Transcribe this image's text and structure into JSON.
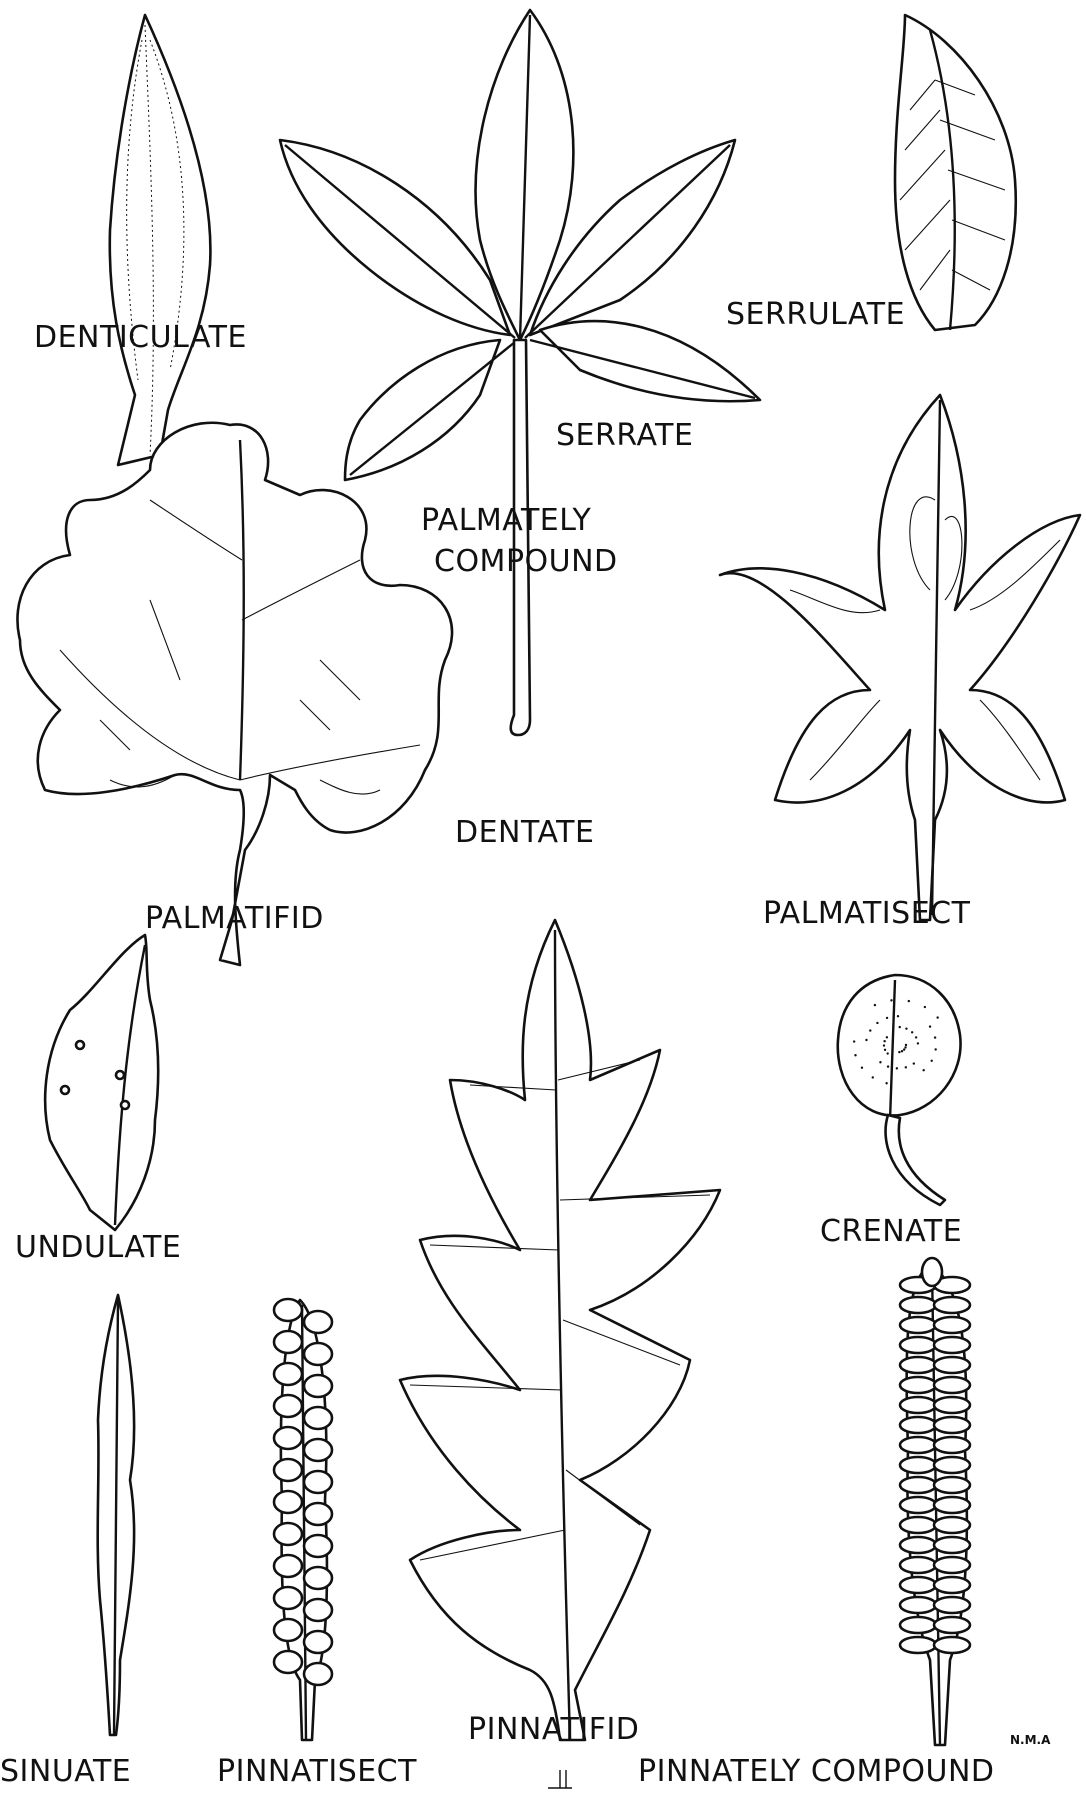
{
  "labels": {
    "denticulate": "DENTICULATE",
    "serrulate": "SERRULATE",
    "serrate": "SERRATE",
    "palmately_compound_line1": "PALMATELY",
    "palmately_compound_line2": "COMPOUND",
    "dentate": "DENTATE",
    "palmatifid": "PALMATIFID",
    "palmatisect": "PALMATISECT",
    "undulate": "UNDULATE",
    "crenate": "CRENATE",
    "sinuate": "SINUATE",
    "pinnatisect": "PINNATISECT",
    "pinnatifid": "PINNATIFID",
    "pinnately_compound": "PINNATELY COMPOUND"
  },
  "signature": "N.M.A"
}
